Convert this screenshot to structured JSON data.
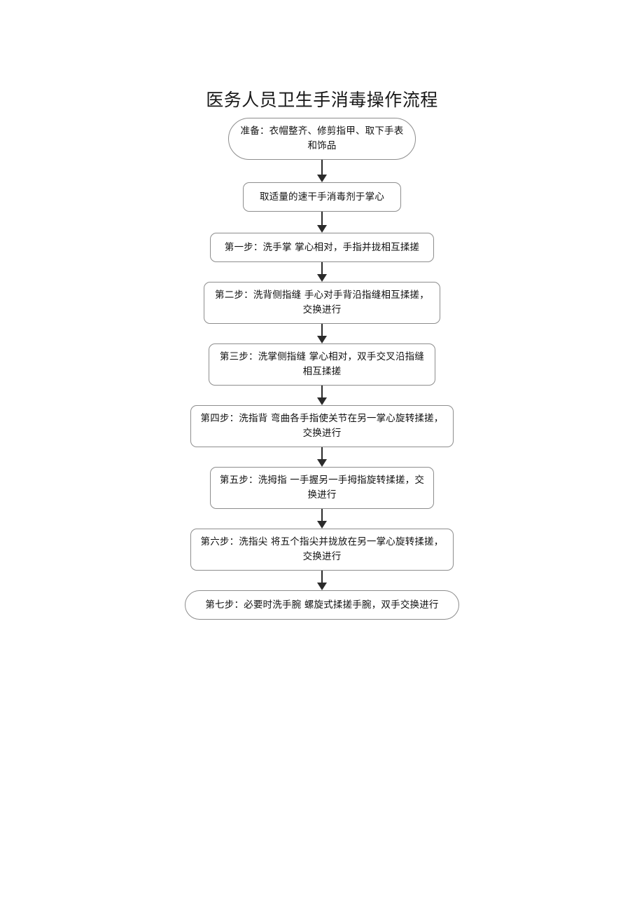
{
  "document": {
    "title": "医务人员卫生手消毒操作流程",
    "background_color": "#ffffff",
    "node_border_color": "#8d8d8d",
    "connector_color": "#2b2b2b",
    "text_color": "#111111"
  },
  "flowchart": {
    "type": "vertical-process-flow",
    "orientation": "top-to-bottom",
    "node_count": 9,
    "connector_count": 8,
    "nodes": [
      {
        "id": "prepare",
        "shape": "stadium",
        "text": "准备：衣帽整齐、修剪指甲、取下手表和饰品"
      },
      {
        "id": "apply-sanitizer",
        "shape": "rounded-rect",
        "text": "取适量的速干手消毒剂于掌心"
      },
      {
        "id": "step-1",
        "shape": "rounded-rect",
        "text": "第一步：洗手掌 掌心相对，手指并拢相互揉搓"
      },
      {
        "id": "step-2",
        "shape": "rounded-rect",
        "text": "第二步：洗背侧指缝 手心对手背沿指缝相互揉搓，交换进行"
      },
      {
        "id": "step-3",
        "shape": "rounded-rect",
        "text": "第三步：洗掌侧指缝 掌心相对，双手交叉沿指缝相互揉搓"
      },
      {
        "id": "step-4",
        "shape": "rounded-rect",
        "text": "第四步：洗指背 弯曲各手指使关节在另一掌心旋转揉搓，交换进行"
      },
      {
        "id": "step-5",
        "shape": "rounded-rect",
        "text": "第五步：洗拇指 一手握另一手拇指旋转揉搓，交换进行"
      },
      {
        "id": "step-6",
        "shape": "rounded-rect",
        "text": "第六步：洗指尖 将五个指尖并拢放在另一掌心旋转揉搓，交换进行"
      },
      {
        "id": "step-7",
        "shape": "stadium",
        "text": "第七步：必要时洗手腕 螺旋式揉搓手腕，双手交换进行"
      }
    ]
  }
}
